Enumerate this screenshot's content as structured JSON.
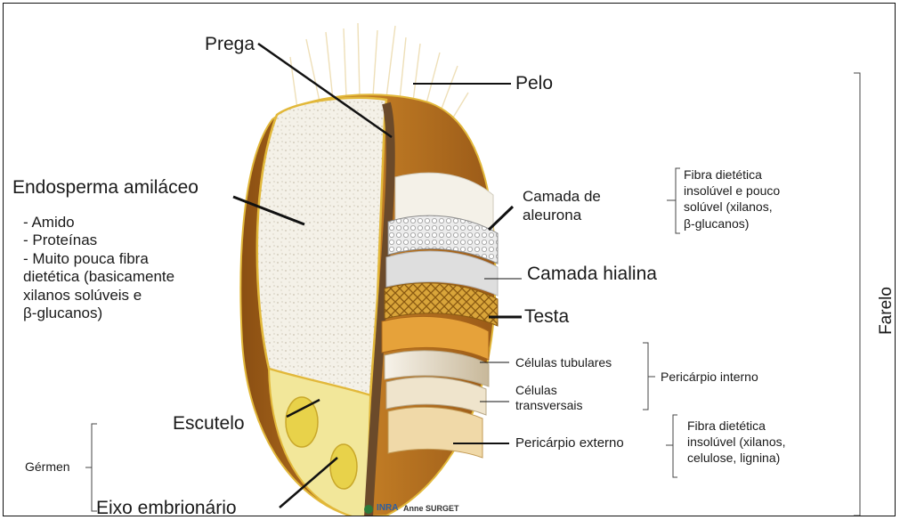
{
  "labels": {
    "prega": "Prega",
    "pelo": "Pelo",
    "endosperma": "Endosperma amiláceo",
    "endosperma_list": [
      "- Amido",
      "- Proteínas",
      "- Muito pouca fibra",
      "dietética (basicamente",
      "xilanos solúveis e",
      "β-glucanos)"
    ],
    "aleurona": [
      "Camada de",
      "aleurona"
    ],
    "fibra_aleurona": [
      "Fibra dietética",
      "insolúvel e pouco",
      "solúvel (xilanos,",
      "β-glucanos)"
    ],
    "hialina": "Camada hialina",
    "testa": "Testa",
    "farelo": "Farelo",
    "tubulares": "Células tubulares",
    "transversais": [
      "Células",
      "transversais"
    ],
    "pericarpio_interno": "Pericárpio interno",
    "escutelo": "Escutelo",
    "fibra_externo": [
      "Fibra dietética",
      "insolúvel (xilanos,",
      "celulose, lignina)"
    ],
    "pericarpio_externo": "Pericárpio externo",
    "germen": "Gérmen",
    "eixo": "Eixo embrionário",
    "logo_inra": "INRA",
    "logo_author": "Anne SURGET"
  },
  "colors": {
    "endosperm": "#f4f1e8",
    "outer_husk": "#b8731f",
    "crease": "#6b4a2a",
    "aleurone": "#e8e8e8",
    "testa": "#d4a02a",
    "germ": "#f2e79a",
    "line": "#111111"
  }
}
